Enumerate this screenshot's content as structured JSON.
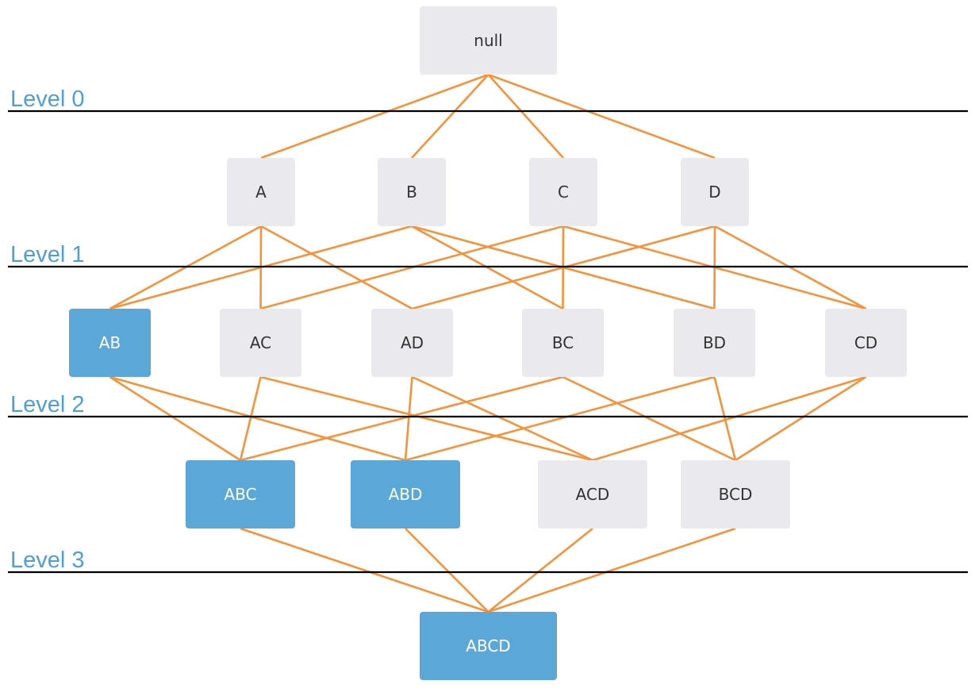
{
  "colors": {
    "edge": "#f5923a",
    "node_default_fill": "#e9e9ee",
    "node_default_text": "#333333",
    "node_highlight_fill": "#5aa7d8",
    "node_highlight_text": "#ffffff",
    "level_label": "#4d9fd6",
    "level_line": "#000000"
  },
  "levels": [
    {
      "id": "level-0",
      "label": "Level 0"
    },
    {
      "id": "level-1",
      "label": "Level 1"
    },
    {
      "id": "level-2",
      "label": "Level 2"
    },
    {
      "id": "level-3",
      "label": "Level 3"
    }
  ],
  "nodes": [
    {
      "id": "null",
      "label": "null",
      "tier": 0,
      "highlighted": false
    },
    {
      "id": "A",
      "label": "A",
      "tier": 1,
      "highlighted": false
    },
    {
      "id": "B",
      "label": "B",
      "tier": 1,
      "highlighted": false
    },
    {
      "id": "C",
      "label": "C",
      "tier": 1,
      "highlighted": false
    },
    {
      "id": "D",
      "label": "D",
      "tier": 1,
      "highlighted": false
    },
    {
      "id": "AB",
      "label": "AB",
      "tier": 2,
      "highlighted": true
    },
    {
      "id": "AC",
      "label": "AC",
      "tier": 2,
      "highlighted": false
    },
    {
      "id": "AD",
      "label": "AD",
      "tier": 2,
      "highlighted": false
    },
    {
      "id": "BC",
      "label": "BC",
      "tier": 2,
      "highlighted": false
    },
    {
      "id": "BD",
      "label": "BD",
      "tier": 2,
      "highlighted": false
    },
    {
      "id": "CD",
      "label": "CD",
      "tier": 2,
      "highlighted": false
    },
    {
      "id": "ABC",
      "label": "ABC",
      "tier": 3,
      "highlighted": true
    },
    {
      "id": "ABD",
      "label": "ABD",
      "tier": 3,
      "highlighted": true
    },
    {
      "id": "ACD",
      "label": "ACD",
      "tier": 3,
      "highlighted": false
    },
    {
      "id": "BCD",
      "label": "BCD",
      "tier": 3,
      "highlighted": false
    },
    {
      "id": "ABCD",
      "label": "ABCD",
      "tier": 4,
      "highlighted": true
    }
  ],
  "edges": [
    [
      "null",
      "A"
    ],
    [
      "null",
      "B"
    ],
    [
      "null",
      "C"
    ],
    [
      "null",
      "D"
    ],
    [
      "A",
      "AB"
    ],
    [
      "A",
      "AC"
    ],
    [
      "A",
      "AD"
    ],
    [
      "B",
      "AB"
    ],
    [
      "B",
      "BC"
    ],
    [
      "B",
      "BD"
    ],
    [
      "C",
      "AC"
    ],
    [
      "C",
      "BC"
    ],
    [
      "C",
      "CD"
    ],
    [
      "D",
      "AD"
    ],
    [
      "D",
      "BD"
    ],
    [
      "D",
      "CD"
    ],
    [
      "AB",
      "ABC"
    ],
    [
      "AB",
      "ABD"
    ],
    [
      "AC",
      "ABC"
    ],
    [
      "AC",
      "ACD"
    ],
    [
      "AD",
      "ABD"
    ],
    [
      "AD",
      "ACD"
    ],
    [
      "BC",
      "ABC"
    ],
    [
      "BC",
      "BCD"
    ],
    [
      "BD",
      "ABD"
    ],
    [
      "BD",
      "BCD"
    ],
    [
      "CD",
      "ACD"
    ],
    [
      "CD",
      "BCD"
    ],
    [
      "ABC",
      "ABCD"
    ],
    [
      "ABD",
      "ABCD"
    ],
    [
      "ACD",
      "ABCD"
    ],
    [
      "BCD",
      "ABCD"
    ]
  ]
}
